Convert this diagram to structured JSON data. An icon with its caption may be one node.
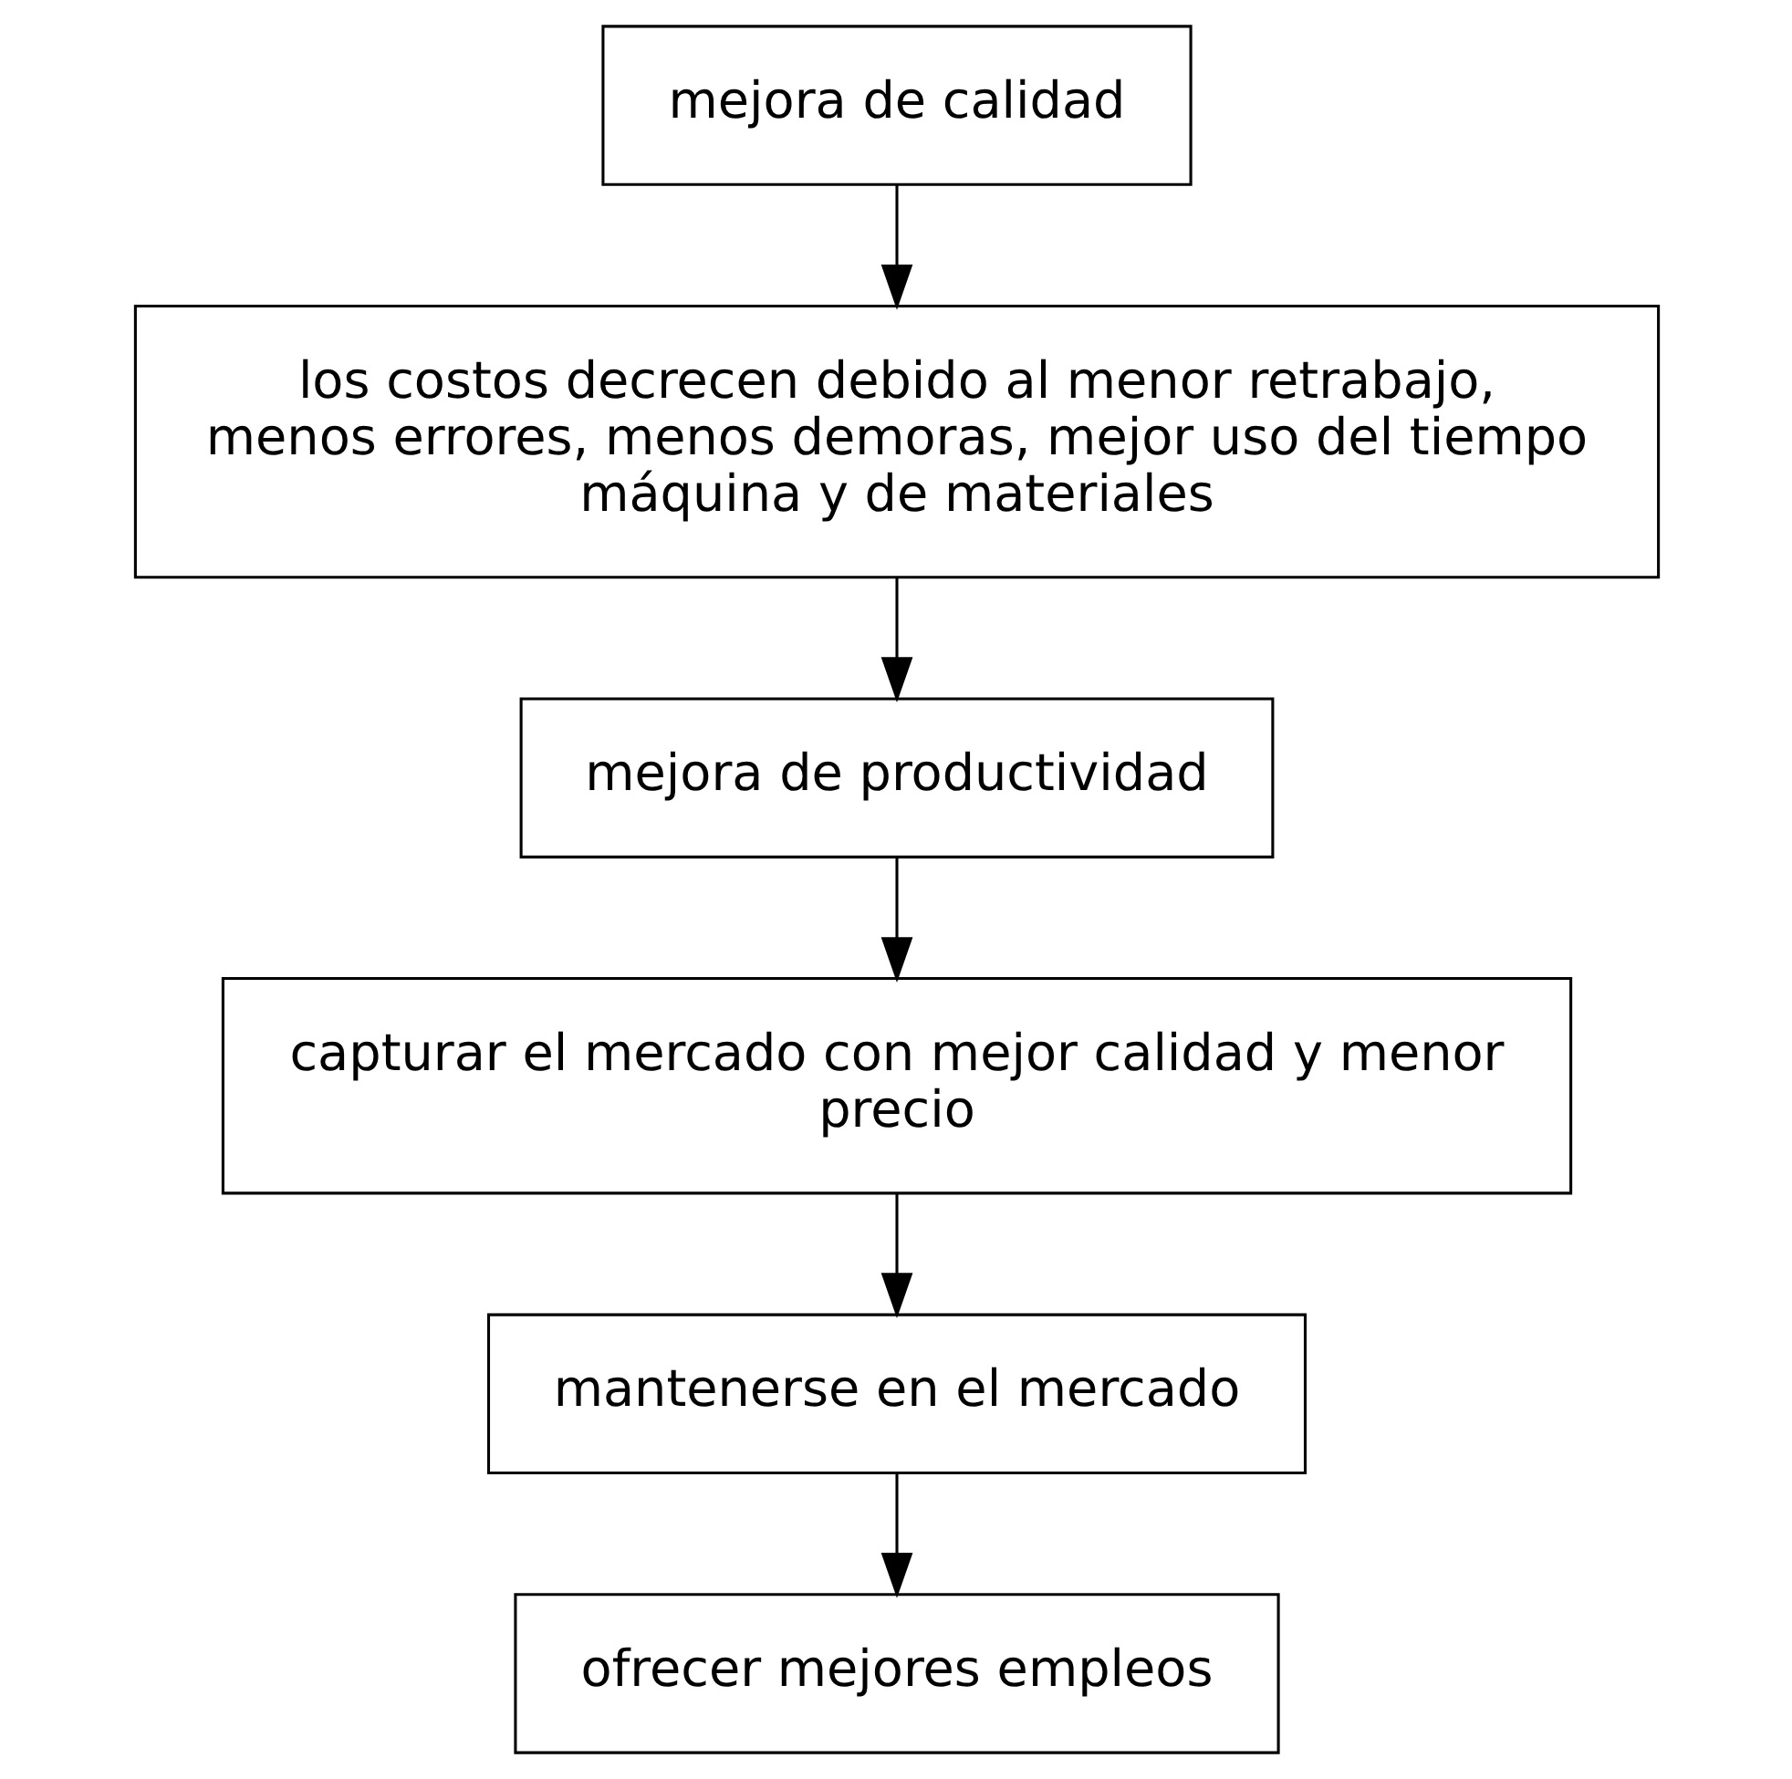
{
  "diagram": {
    "nodes": [
      {
        "text": [
          "mejora de calidad"
        ]
      },
      {
        "text": [
          "los costos decrecen debido al menor retrabajo, menos errores, menos demoras, mejor uso del tiempo máquina y de materiales"
        ]
      },
      {
        "text": [
          "mejora de productividad"
        ]
      },
      {
        "text": [
          "capturar el mercado con mejor calidad y menor precio"
        ]
      },
      {
        "text": [
          "mantenerse en el mercado"
        ]
      },
      {
        "text": [
          "ofrecer mejores empleos"
        ]
      }
    ],
    "edges": [
      {
        "from": 0,
        "to": 1,
        "arrow": "to"
      },
      {
        "from": 1,
        "to": 2,
        "arrow": "to"
      },
      {
        "from": 2,
        "to": 3,
        "arrow": "to"
      },
      {
        "from": 3,
        "to": 4,
        "arrow": "to"
      },
      {
        "from": 4,
        "to": 5,
        "arrow": "to"
      }
    ]
  }
}
